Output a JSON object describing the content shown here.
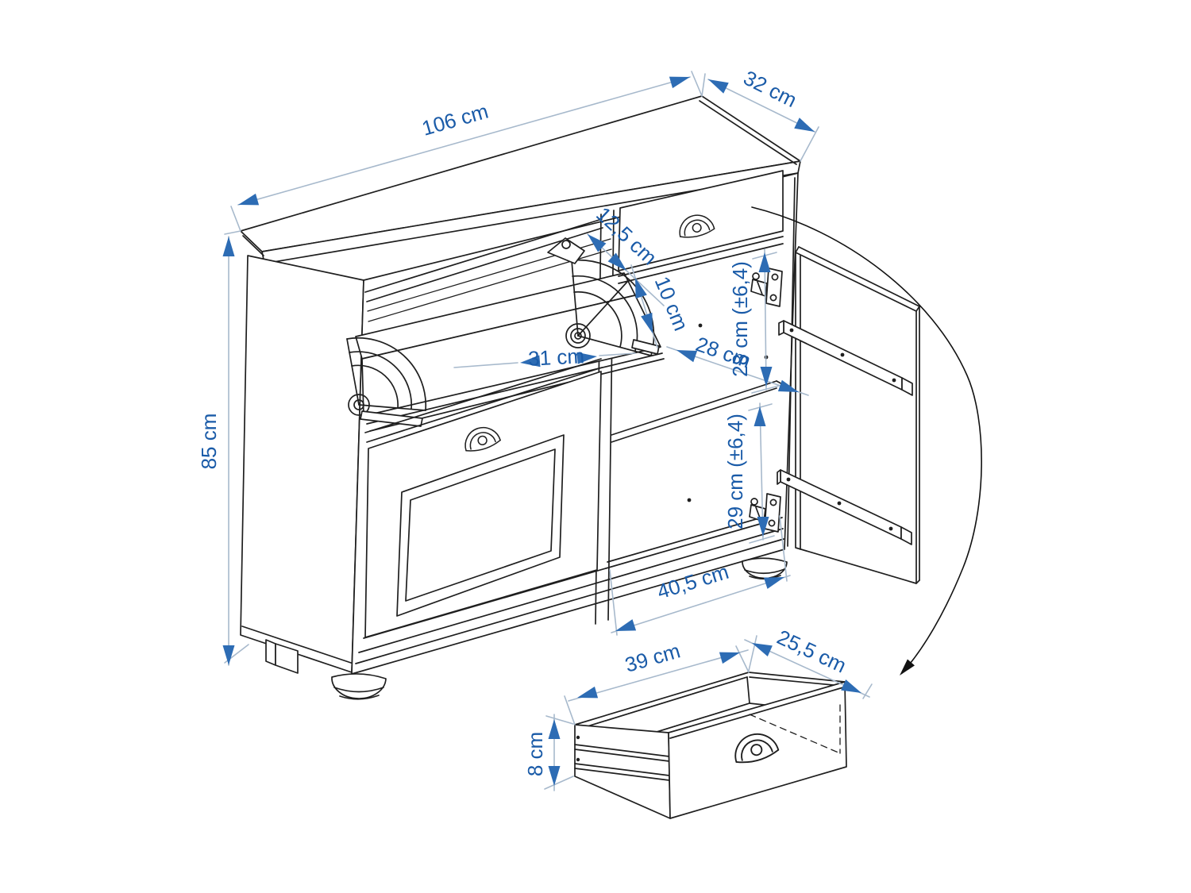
{
  "drawing": {
    "type": "furniture-technical-drawing",
    "subject": "shoe cabinet with two tilting shoe compartments, top drawer, hinged door and pull-out drawer",
    "unit": "cm"
  },
  "colors": {
    "dimension_text": "#1a5ba8",
    "dimension_arrow": "#2d6cb4",
    "dimension_line": "#a7b9cc",
    "drawing_line": "#1f1f1f",
    "swing_arc": "#121212",
    "background": "#ffffff"
  },
  "dimensions": {
    "top_width": {
      "label": "106 cm"
    },
    "top_depth": {
      "label": "32 cm"
    },
    "height": {
      "label": "85 cm"
    },
    "flap_slot": {
      "label": "12,5 cm"
    },
    "flap_front_height": {
      "label": "10 cm"
    },
    "flap_width": {
      "label": "31 cm"
    },
    "shelf_depth": {
      "label": "28 cm"
    },
    "upper_section_height": {
      "label": "28 cm (±6,4)"
    },
    "lower_section_height": {
      "label": "29 cm (±6,4)"
    },
    "compartment_width": {
      "label": "40,5 cm"
    },
    "drawer_width": {
      "label": "39 cm"
    },
    "drawer_depth": {
      "label": "25,5 cm"
    },
    "drawer_height": {
      "label": "8 cm"
    }
  }
}
